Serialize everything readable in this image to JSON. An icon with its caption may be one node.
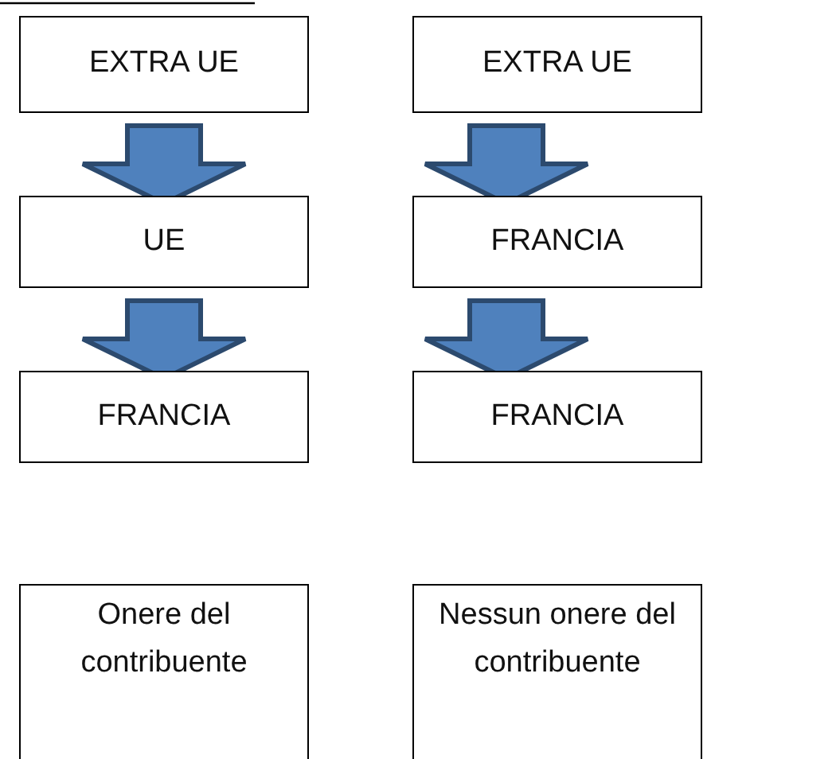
{
  "diagram": {
    "nodes": [
      {
        "text": [
          "EXTRA UE"
        ]
      },
      {
        "text": [
          "UE"
        ]
      },
      {
        "text": [
          "FRANCIA"
        ]
      },
      {
        "text": [
          "Onere del contribuente"
        ]
      },
      {
        "text": [
          "EXTRA UE"
        ]
      },
      {
        "text": [
          "FRANCIA"
        ]
      },
      {
        "text": [
          "FRANCIA"
        ]
      },
      {
        "text": [
          "Nessun onere del contribuente"
        ]
      }
    ],
    "edges": [
      {
        "from": 0,
        "to": 1,
        "arrow": "to",
        "style": "thick"
      },
      {
        "from": 1,
        "to": 2,
        "arrow": "to",
        "style": "thick"
      },
      {
        "from": 4,
        "to": 5,
        "arrow": "to",
        "style": "thick"
      },
      {
        "from": 5,
        "to": 6,
        "arrow": "to",
        "style": "thick"
      }
    ]
  }
}
